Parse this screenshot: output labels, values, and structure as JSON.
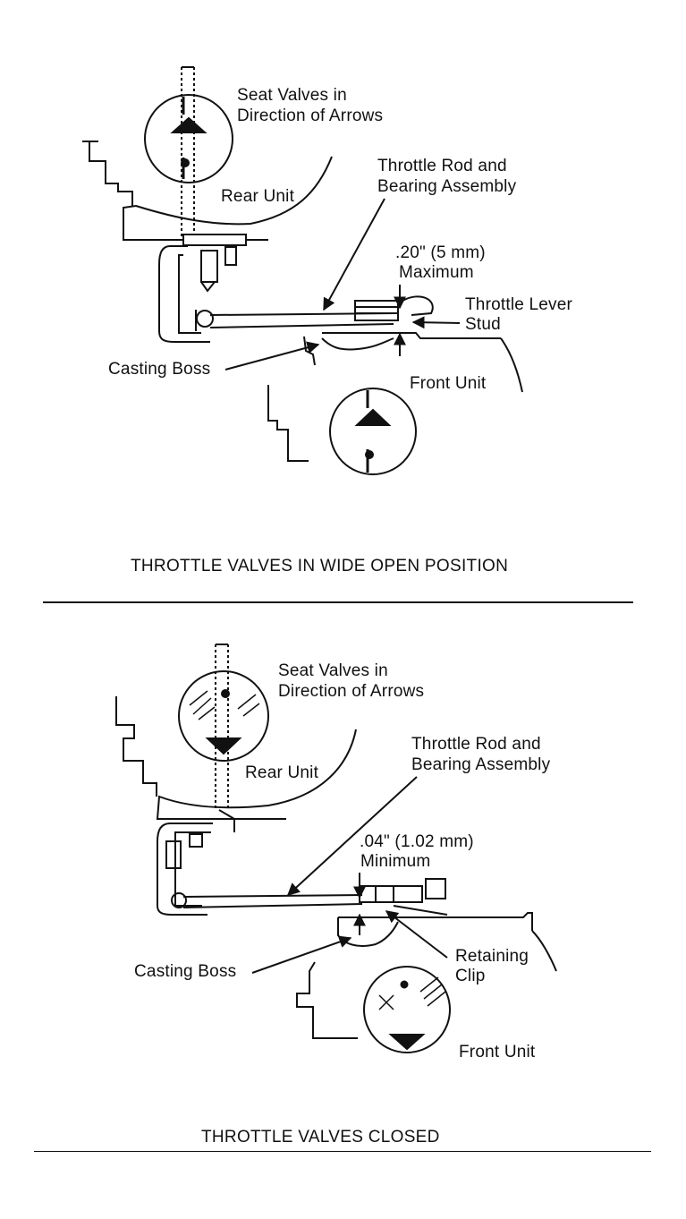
{
  "top_diagram": {
    "seat_valves_line1": "Seat Valves in",
    "seat_valves_line2": "Direction of Arrows",
    "rear_unit": "Rear Unit",
    "throttle_rod_line1": "Throttle Rod and",
    "throttle_rod_line2": "Bearing Assembly",
    "clearance_line1": ".20\" (5 mm)",
    "clearance_line2": "Maximum",
    "throttle_lever_line1": "Throttle Lever",
    "throttle_lever_line2": "Stud",
    "casting_boss": "Casting Boss",
    "front_unit": "Front Unit",
    "caption": "THROTTLE VALVES IN WIDE OPEN POSITION"
  },
  "bottom_diagram": {
    "seat_valves_line1": "Seat Valves in",
    "seat_valves_line2": "Direction of Arrows",
    "rear_unit": "Rear Unit",
    "throttle_rod_line1": "Throttle Rod and",
    "throttle_rod_line2": "Bearing Assembly",
    "clearance_line1": ".04\" (1.02 mm)",
    "clearance_line2": "Minimum",
    "retaining_clip_line1": "Retaining",
    "retaining_clip_line2": "Clip",
    "casting_boss": "Casting Boss",
    "front_unit": "Front Unit",
    "caption": "THROTTLE VALVES CLOSED"
  }
}
